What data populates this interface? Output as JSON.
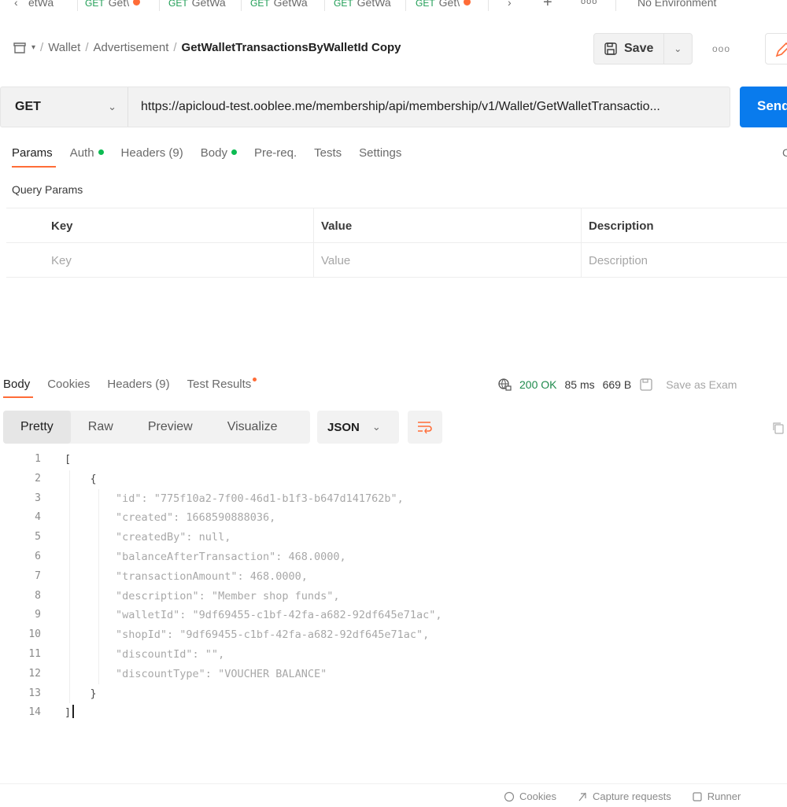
{
  "tabs": [
    {
      "method": "",
      "label": "etWa"
    },
    {
      "method": "GET",
      "label": "Get\\",
      "unsaved": true
    },
    {
      "method": "GET",
      "label": "GetWa"
    },
    {
      "method": "GET",
      "label": "GetWa"
    },
    {
      "method": "GET",
      "label": "GetWa"
    },
    {
      "method": "GET",
      "label": "Get\\",
      "unsaved": true
    }
  ],
  "environment": "No Environment",
  "breadcrumb": {
    "parts": [
      "Wallet",
      "Advertisement"
    ],
    "current": "GetWalletTransactionsByWalletId Copy"
  },
  "toolbar": {
    "save_label": "Save"
  },
  "request": {
    "method": "GET",
    "url": "https://apicloud-test.ooblee.me/membership/api/membership/v1/Wallet/GetWalletTransactio...",
    "send_label": "Send"
  },
  "request_tabs": {
    "params": "Params",
    "auth": "Auth",
    "headers": "Headers (9)",
    "body": "Body",
    "prereq": "Pre-req.",
    "tests": "Tests",
    "settings": "Settings"
  },
  "query_params": {
    "title": "Query Params",
    "headers": [
      "Key",
      "Value",
      "Description"
    ],
    "placeholders": [
      "Key",
      "Value",
      "Description"
    ]
  },
  "response_tabs": {
    "body": "Body",
    "cookies": "Cookies",
    "headers": "Headers (9)",
    "test_results": "Test Results"
  },
  "response_status": {
    "status": "200 OK",
    "time": "85 ms",
    "size": "669 B",
    "save_example": "Save as Exam"
  },
  "view_modes": [
    "Pretty",
    "Raw",
    "Preview",
    "Visualize"
  ],
  "format": "JSON",
  "code_lines": [
    "[",
    "    {",
    "        \"id\": \"775f10a2-7f00-46d1-b1f3-b647d141762b\",",
    "        \"created\": 1668590888036,",
    "        \"createdBy\": null,",
    "        \"balanceAfterTransaction\": 468.0000,",
    "        \"transactionAmount\": 468.0000,",
    "        \"description\": \"Member shop funds\",",
    "        \"walletId\": \"9df69455-c1bf-42fa-a682-92df645e71ac\",",
    "        \"shopId\": \"9df69455-c1bf-42fa-a682-92df645e71ac\",",
    "        \"discountId\": \"\",",
    "        \"discountType\": \"VOUCHER BALANCE\"",
    "    }",
    "]"
  ],
  "footer": {
    "cookies": "Cookies",
    "capture": "Capture requests",
    "runner": "Runner"
  },
  "colors": {
    "accent": "#ff6c37",
    "send": "#097bed",
    "method_get": "#1f9d55",
    "status_ok": "#1f8a4c"
  }
}
